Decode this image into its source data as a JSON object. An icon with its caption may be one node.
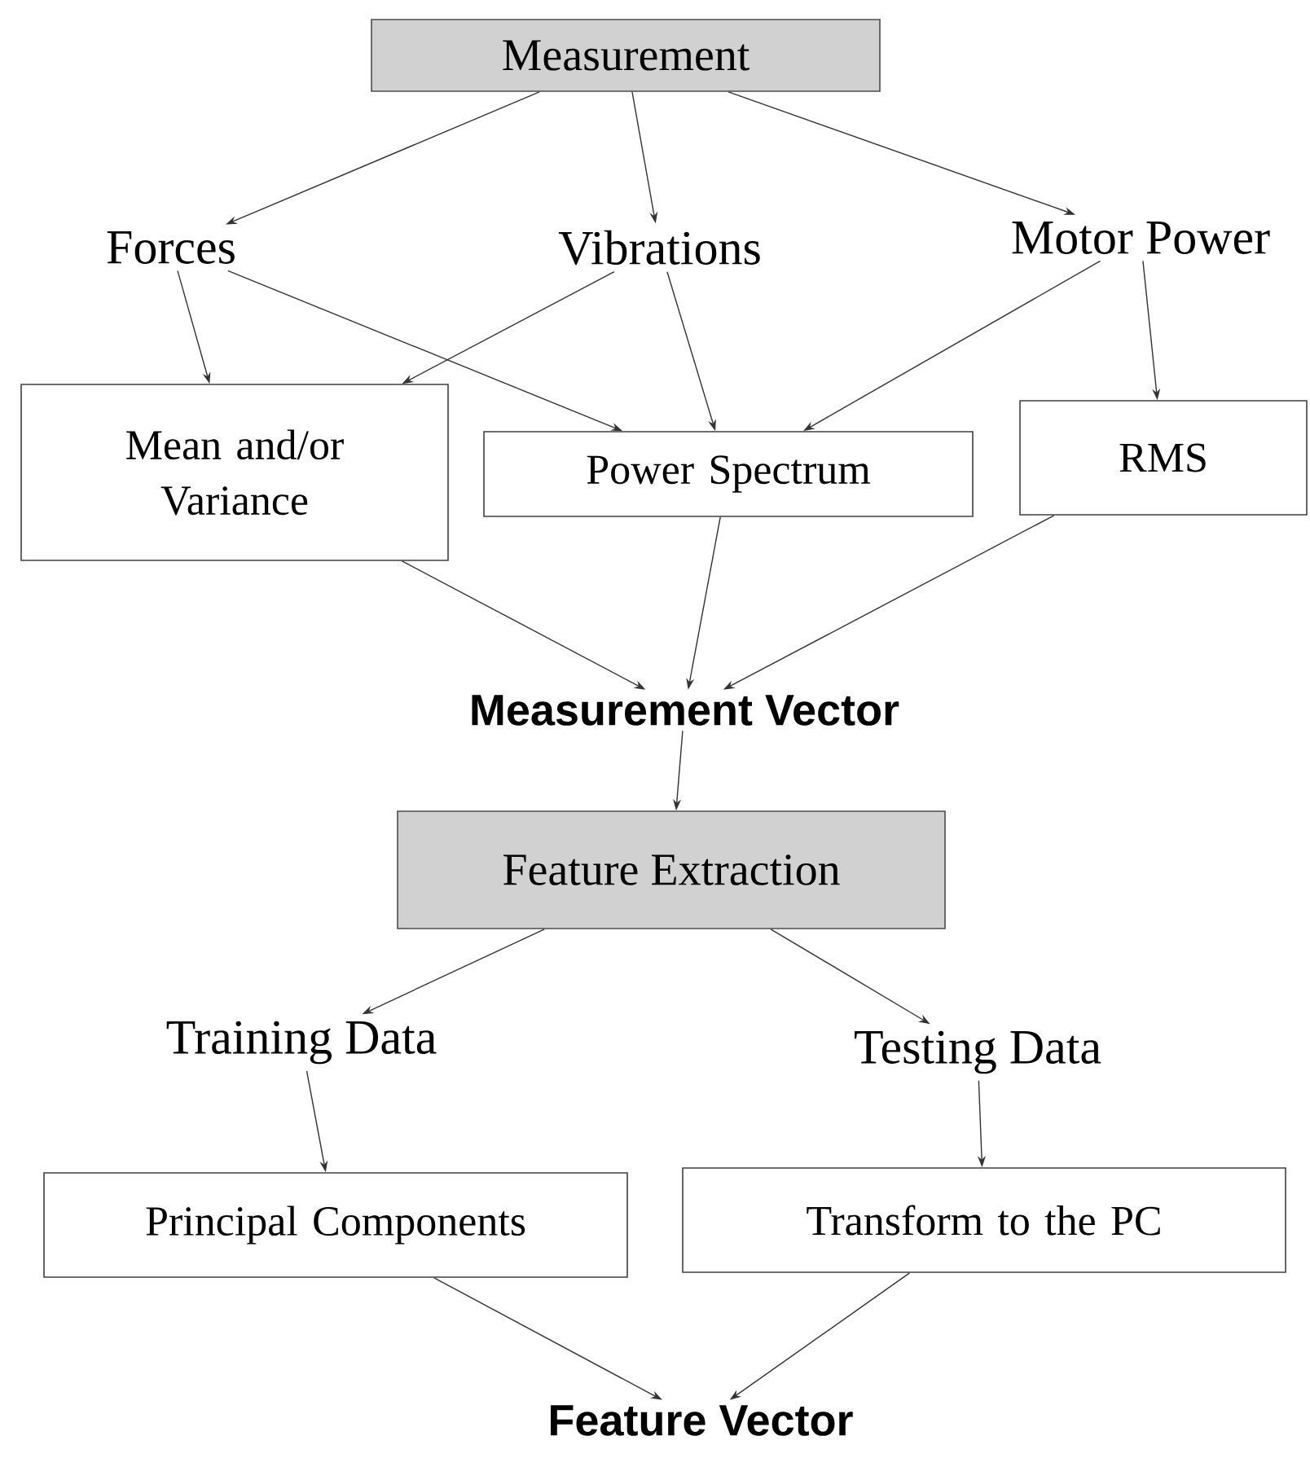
{
  "diagram": {
    "nodes": [
      {
        "text": [
          "Measurement"
        ]
      },
      {
        "text": [
          "Forces"
        ]
      },
      {
        "text": [
          "Vibrations"
        ]
      },
      {
        "text": [
          "Motor Power"
        ]
      },
      {
        "text": [
          "Mean and/or Variance"
        ]
      },
      {
        "text": [
          "Power Spectrum"
        ]
      },
      {
        "text": [
          "RMS"
        ]
      },
      {
        "text": [
          "Measurement Vector"
        ]
      },
      {
        "text": [
          "Feature Extraction"
        ]
      },
      {
        "text": [
          "Training Data"
        ]
      },
      {
        "text": [
          "Testing Data"
        ]
      },
      {
        "text": [
          "Principal Components"
        ]
      },
      {
        "text": [
          "Transform to the PC"
        ]
      },
      {
        "text": [
          "Feature Vector"
        ]
      }
    ],
    "edges": [
      {
        "from": 0,
        "to": 1,
        "arrow": "to"
      },
      {
        "from": 0,
        "to": 2,
        "arrow": "to"
      },
      {
        "from": 0,
        "to": 3,
        "arrow": "to"
      },
      {
        "from": 1,
        "to": 4,
        "arrow": "to"
      },
      {
        "from": 1,
        "to": 5,
        "arrow": "to"
      },
      {
        "from": 2,
        "to": 4,
        "arrow": "to"
      },
      {
        "from": 2,
        "to": 5,
        "arrow": "to"
      },
      {
        "from": 3,
        "to": 5,
        "arrow": "to"
      },
      {
        "from": 3,
        "to": 6,
        "arrow": "to"
      },
      {
        "from": 4,
        "to": 7,
        "arrow": "to"
      },
      {
        "from": 5,
        "to": 7,
        "arrow": "to"
      },
      {
        "from": 6,
        "to": 7,
        "arrow": "to"
      },
      {
        "from": 7,
        "to": 8,
        "arrow": "to"
      },
      {
        "from": 8,
        "to": 9,
        "arrow": "to"
      },
      {
        "from": 8,
        "to": 10,
        "arrow": "to"
      },
      {
        "from": 9,
        "to": 11,
        "arrow": "to"
      },
      {
        "from": 10,
        "to": 12,
        "arrow": "to"
      },
      {
        "from": 11,
        "to": 13,
        "arrow": "to"
      },
      {
        "from": 12,
        "to": 13,
        "arrow": "to"
      }
    ]
  }
}
